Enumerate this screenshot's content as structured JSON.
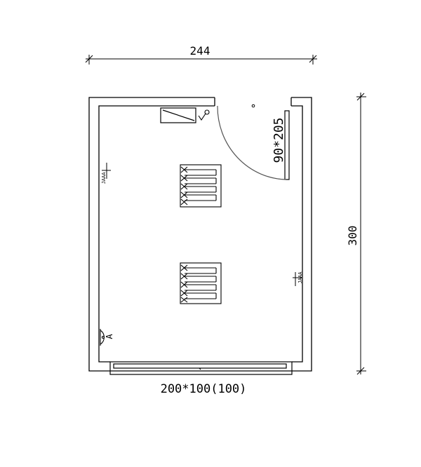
{
  "dimensions": {
    "width_label": "244",
    "height_label": "300"
  },
  "door": {
    "label": "90*205"
  },
  "window": {
    "label": "200*100(100)"
  },
  "wall_outlet_labels": {
    "left": "JAAA",
    "right": "JAAA"
  },
  "fixtures": {
    "heater_top": {
      "type": "radiator",
      "fins": 5
    },
    "heater_bottom": {
      "type": "radiator",
      "fins": 5
    },
    "switch_label": "A"
  },
  "colors": {
    "line": "#000000",
    "background": "#ffffff",
    "door_arc": "#555555"
  }
}
